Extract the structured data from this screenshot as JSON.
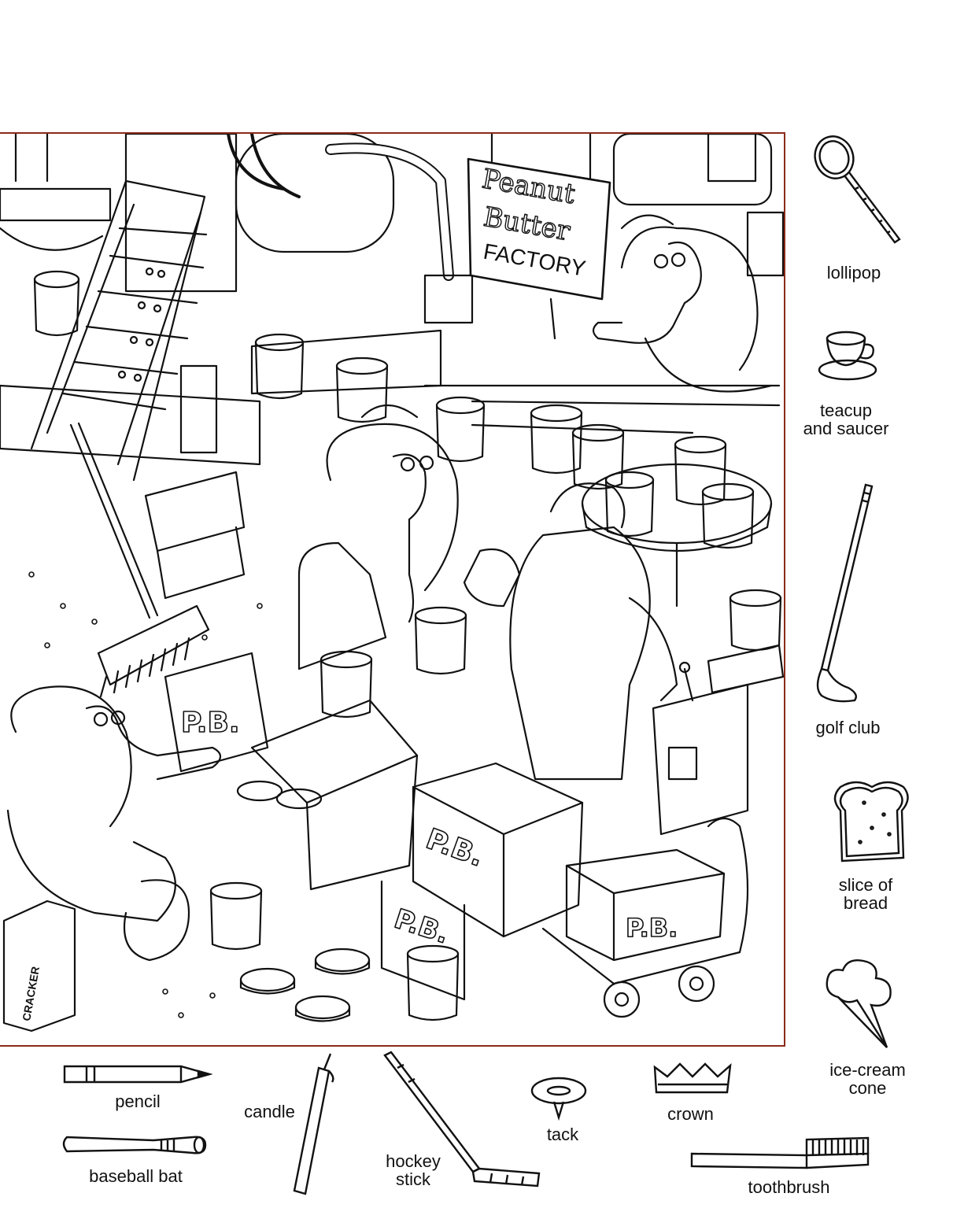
{
  "scene": {
    "sign": {
      "line1": "Peanut",
      "line2": "Butter",
      "line3": "FACTORY"
    },
    "box_marks": [
      "P.B.",
      "P.B.",
      "P.B.",
      "P.B."
    ],
    "cracker_box": "CRACKER"
  },
  "items": [
    {
      "id": "lollipop",
      "icon": "lollipop-icon",
      "label": "lollipop"
    },
    {
      "id": "teacup",
      "icon": "teacup-icon",
      "label": "teacup\nand saucer"
    },
    {
      "id": "golf-club",
      "icon": "golf-club-icon",
      "label": "golf club"
    },
    {
      "id": "bread",
      "icon": "bread-slice-icon",
      "label": "slice of\nbread"
    },
    {
      "id": "ice-cream",
      "icon": "ice-cream-cone-icon",
      "label": "ice-cream\ncone"
    },
    {
      "id": "pencil",
      "icon": "pencil-icon",
      "label": "pencil"
    },
    {
      "id": "baseball-bat",
      "icon": "baseball-bat-icon",
      "label": "baseball bat"
    },
    {
      "id": "candle",
      "icon": "candle-icon",
      "label": "candle"
    },
    {
      "id": "hockey-stick",
      "icon": "hockey-stick-icon",
      "label": "hockey\nstick"
    },
    {
      "id": "tack",
      "icon": "tack-icon",
      "label": "tack"
    },
    {
      "id": "crown",
      "icon": "crown-icon",
      "label": "crown"
    },
    {
      "id": "toothbrush",
      "icon": "toothbrush-icon",
      "label": "toothbrush"
    }
  ]
}
